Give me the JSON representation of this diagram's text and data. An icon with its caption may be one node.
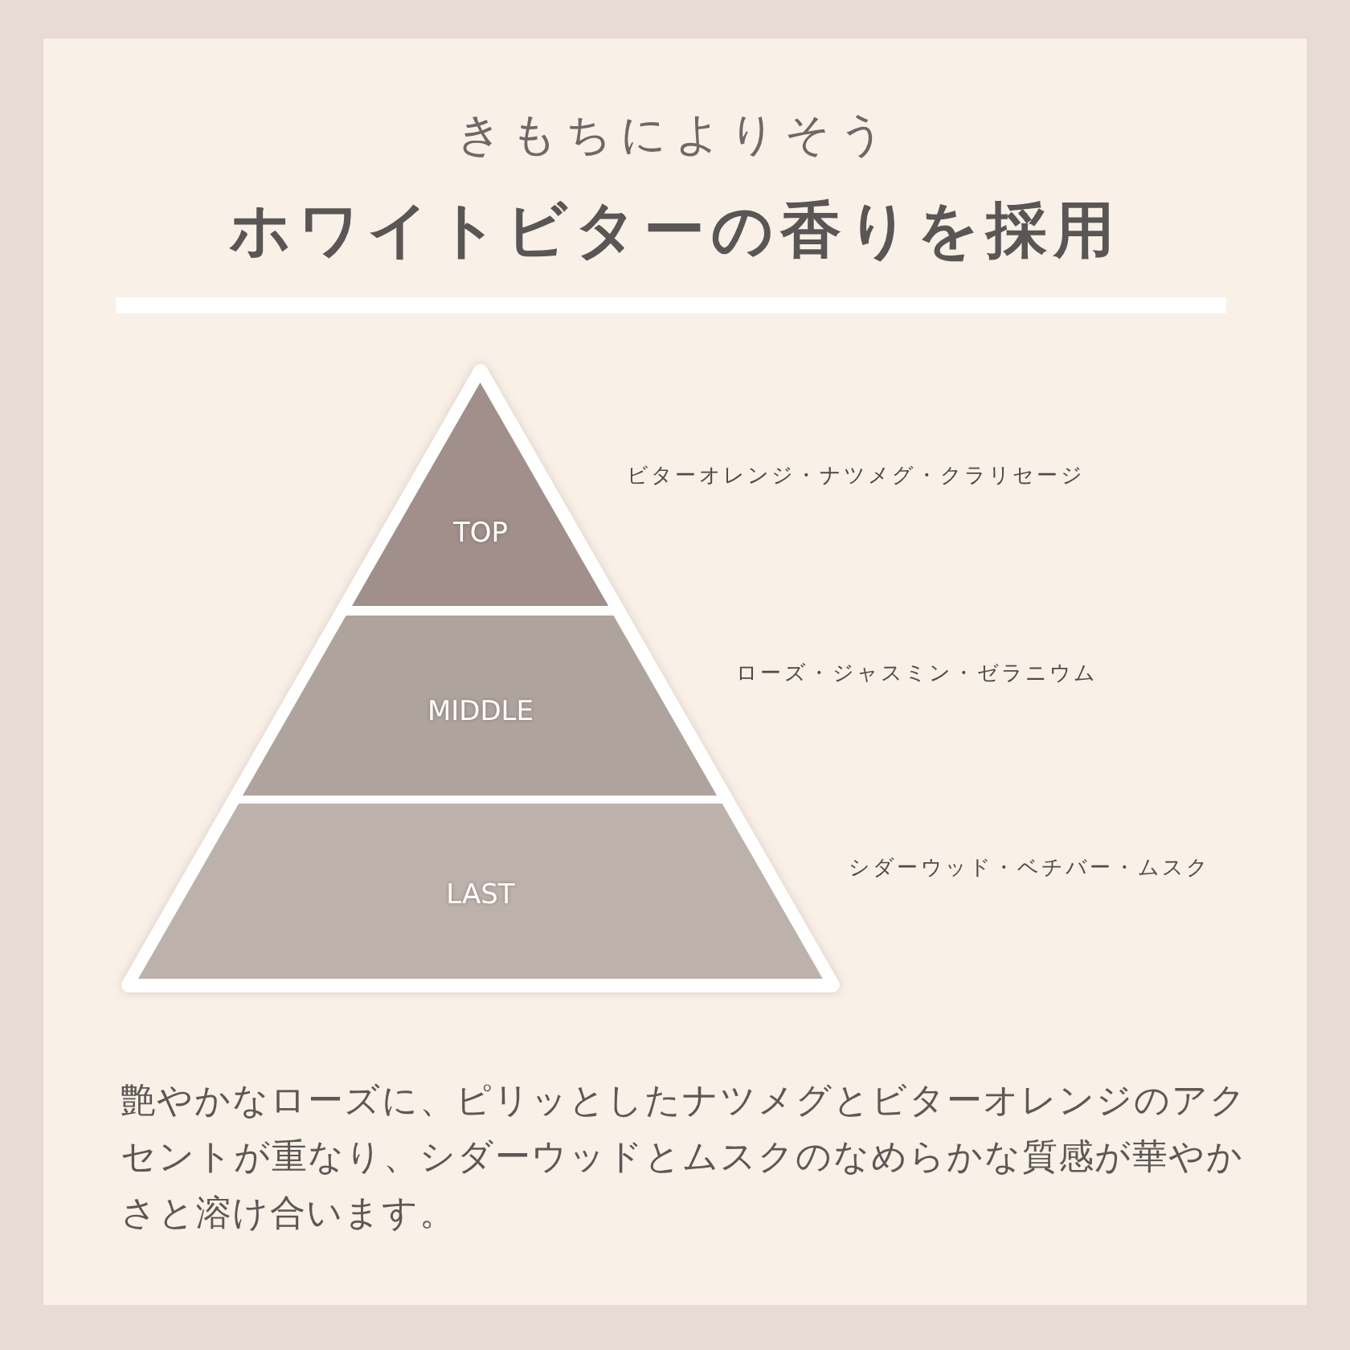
{
  "diagram": {
    "title": "ホワイトビターの香りを採用",
    "caption": "艶やかなローズに、ピリッとしたナツメグとビターオレンジのアクセントが重なり、シダーウッドとムスクのなめらかな質感が華やかさと溶け合います。",
    "nodes": [
      {
        "text": [
          "TOP"
        ],
        "beside": [
          "ビターオレンジ・ナツメグ・クラリセージ"
        ]
      },
      {
        "text": [
          "MIDDLE"
        ],
        "beside": [
          "ローズ・ジャスミン・ゼラニウム"
        ]
      },
      {
        "text": [
          "LAST"
        ],
        "beside": [
          "シダーウッド・ベチバー・ムスク"
        ]
      }
    ],
    "edges": [],
    "labels": [
      "きもちによりそう"
    ]
  }
}
